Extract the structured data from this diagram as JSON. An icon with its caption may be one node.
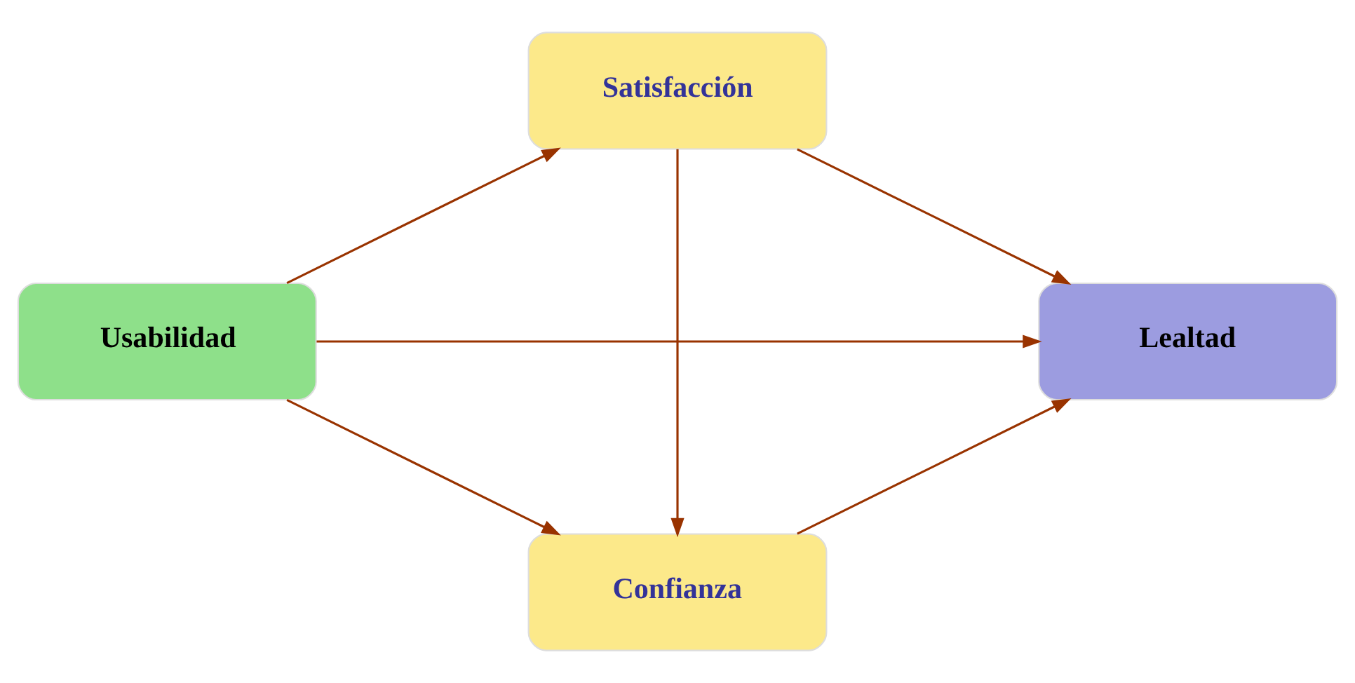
{
  "diagram": {
    "nodes": [
      {
        "text": [
          "Satisfacción"
        ]
      },
      {
        "text": [
          "Usabilidad"
        ]
      },
      {
        "text": [
          "Lealtad"
        ]
      },
      {
        "text": [
          "Confianza"
        ]
      }
    ],
    "edges": [
      {
        "from": 1,
        "to": 0,
        "arrow": "to"
      },
      {
        "from": 0,
        "to": 2,
        "arrow": "to"
      },
      {
        "from": 1,
        "to": 2,
        "arrow": "to"
      },
      {
        "from": 0,
        "to": 3,
        "arrow": "to"
      },
      {
        "from": 1,
        "to": 3,
        "arrow": "to"
      },
      {
        "from": 3,
        "to": 2,
        "arrow": "to"
      }
    ]
  }
}
